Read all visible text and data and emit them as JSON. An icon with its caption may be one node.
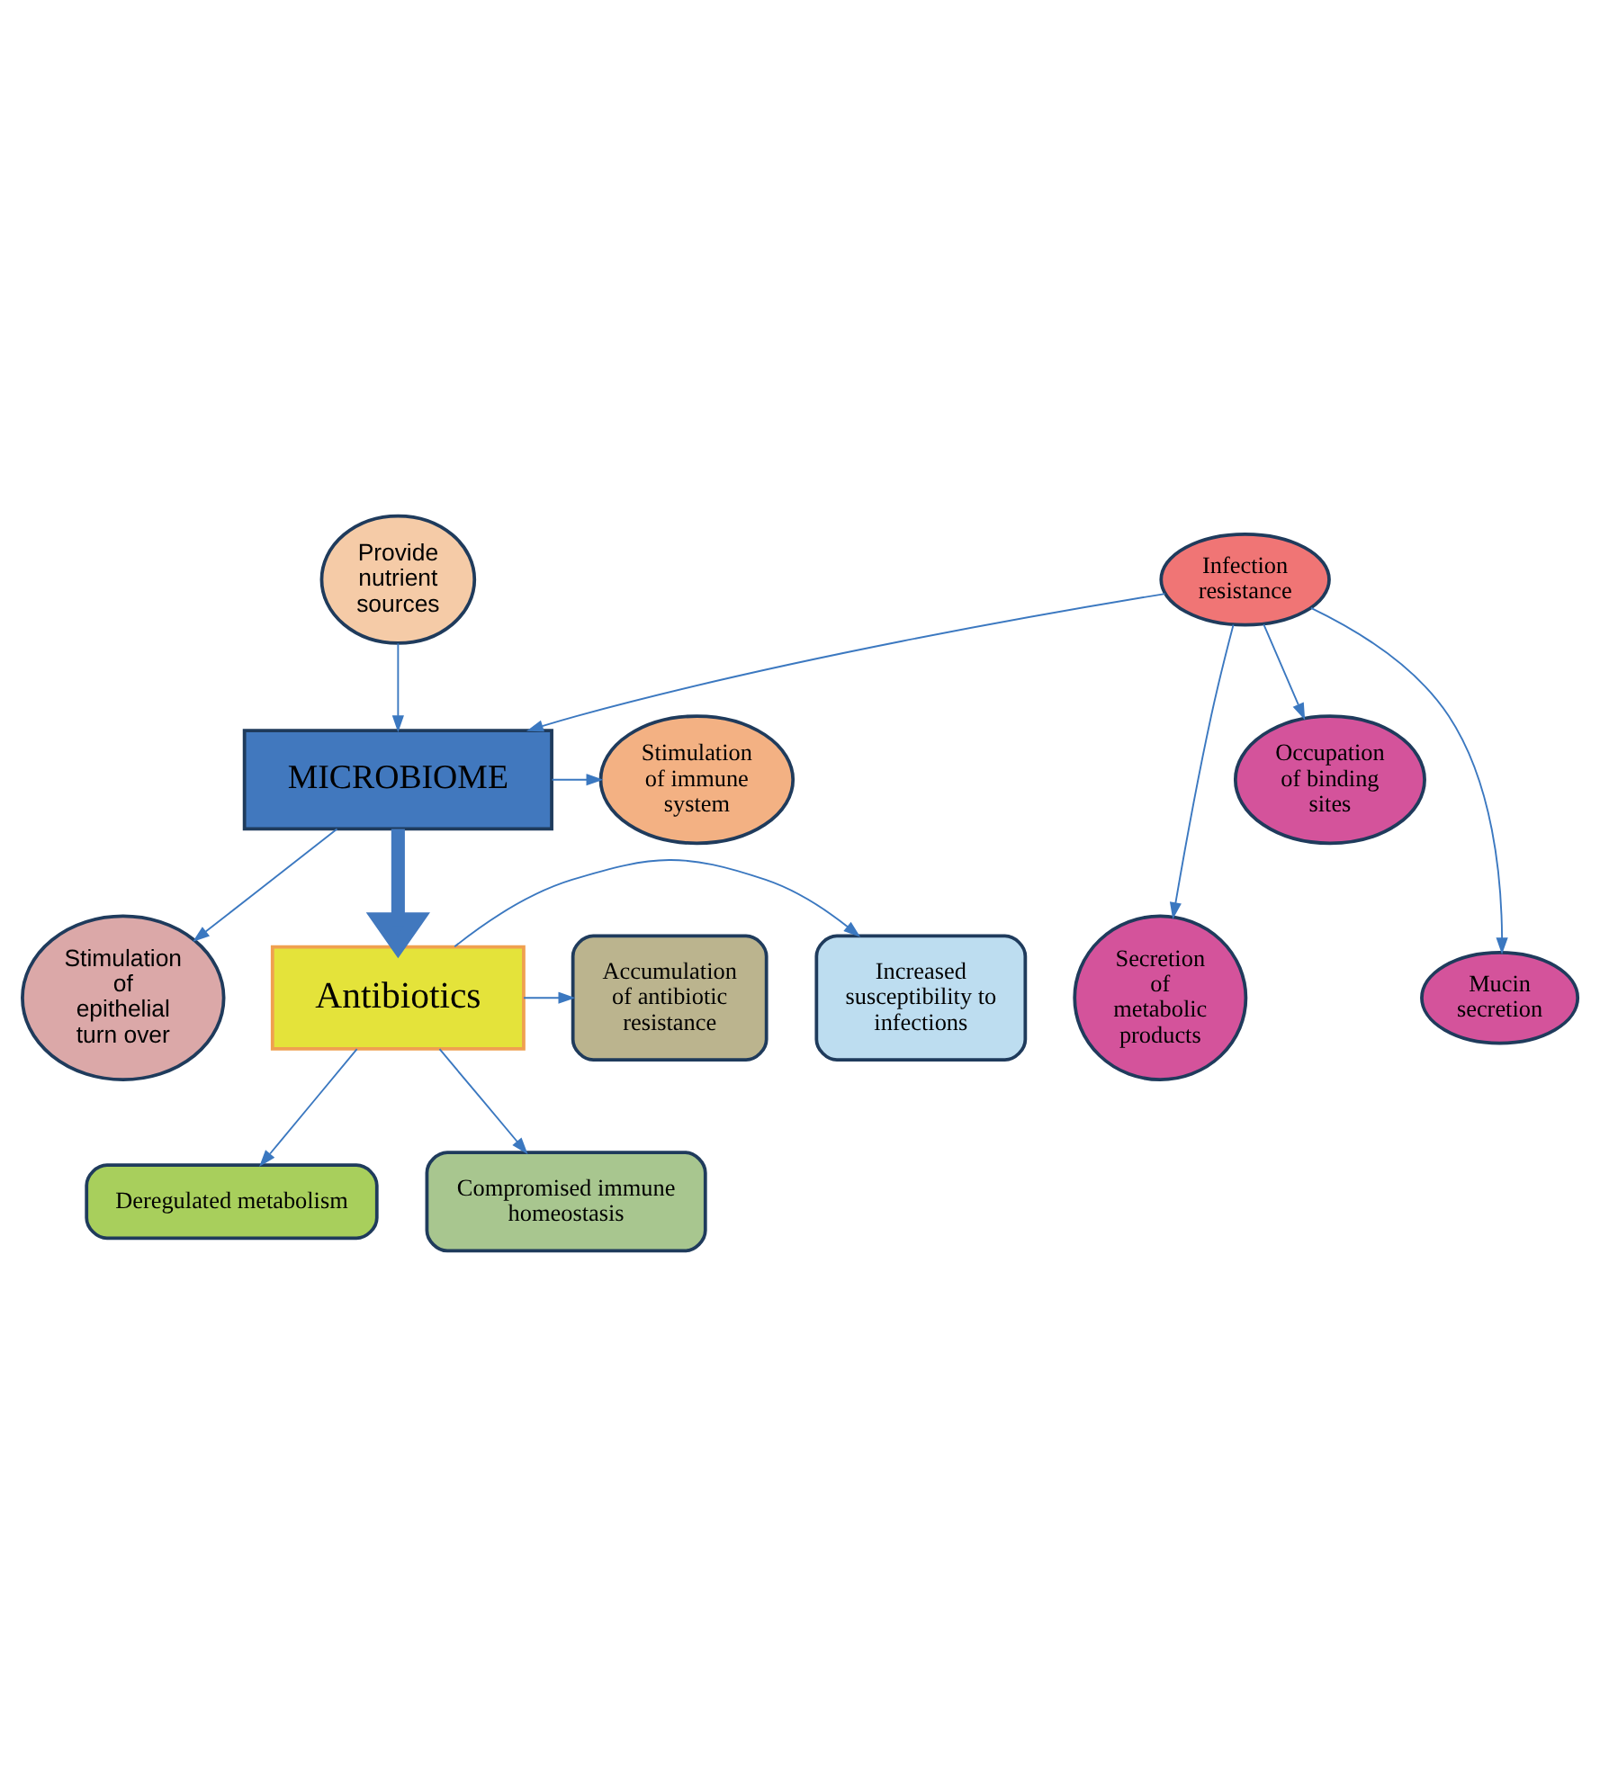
{
  "diagram": {
    "nodes": [
      {
        "text": [
          "Infection resistance"
        ]
      },
      {
        "text": [
          "Provide nutrient sources"
        ]
      },
      {
        "text": [
          "Occupation of binding sites"
        ]
      },
      {
        "text": [
          "Stimulation of immune system"
        ]
      },
      {
        "text": [
          "MICROBIOME"
        ]
      },
      {
        "text": [
          "Mucin secretion"
        ]
      },
      {
        "text": [
          "Secretion of metabolic products"
        ]
      },
      {
        "text": [
          "Stimulation of epithelial turn over"
        ]
      },
      {
        "text": [
          "Antibiotics"
        ]
      },
      {
        "text": [
          "Increased susceptibility to infections"
        ]
      },
      {
        "text": [
          "Accumulation of antibiotic resistance"
        ]
      },
      {
        "text": [
          "Deregulated metabolism"
        ]
      },
      {
        "text": [
          "Compromised immune homeostasis"
        ]
      }
    ],
    "edges": [
      {
        "from": 0,
        "to": 2,
        "arrow": "to"
      },
      {
        "from": 0,
        "to": 5,
        "arrow": "to"
      },
      {
        "from": 0,
        "to": 6,
        "arrow": "to"
      },
      {
        "from": 0,
        "to": 4,
        "arrow": "to"
      },
      {
        "from": 1,
        "to": 4,
        "arrow": "to"
      },
      {
        "from": 4,
        "to": 3,
        "arrow": "to"
      },
      {
        "from": 4,
        "to": 7,
        "arrow": "to"
      },
      {
        "from": 4,
        "to": 8,
        "arrow": "to",
        "style": "thick",
        "color": "#4178be"
      },
      {
        "from": 8,
        "to": 9,
        "arrow": "to"
      },
      {
        "from": 8,
        "to": 10,
        "arrow": "to"
      },
      {
        "from": 8,
        "to": 11,
        "arrow": "to"
      },
      {
        "from": 8,
        "to": 12,
        "arrow": "to"
      }
    ]
  }
}
